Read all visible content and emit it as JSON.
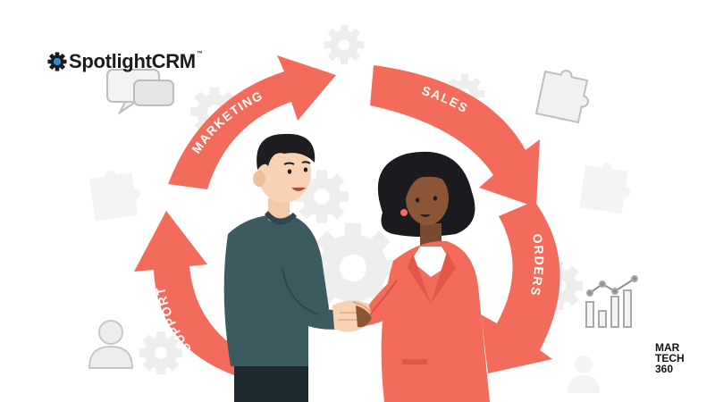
{
  "brand": {
    "part1": "Spotlight",
    "part2": "CRM",
    "trademark": "™",
    "accent_color": "#2a8fd6"
  },
  "cycle": {
    "arrow_color": "#f26b5b",
    "labels": {
      "marketing": "MARKETING",
      "sales": "SALES",
      "orders": "ORDERS",
      "support": "SUPPORT"
    }
  },
  "watermark": {
    "line1": "MAR",
    "line2": "TECH",
    "line3": "360"
  },
  "icons": [
    "gear-icon",
    "puzzle-icon",
    "chat-bubbles-icon",
    "user-icon",
    "bar-chart-icon"
  ]
}
